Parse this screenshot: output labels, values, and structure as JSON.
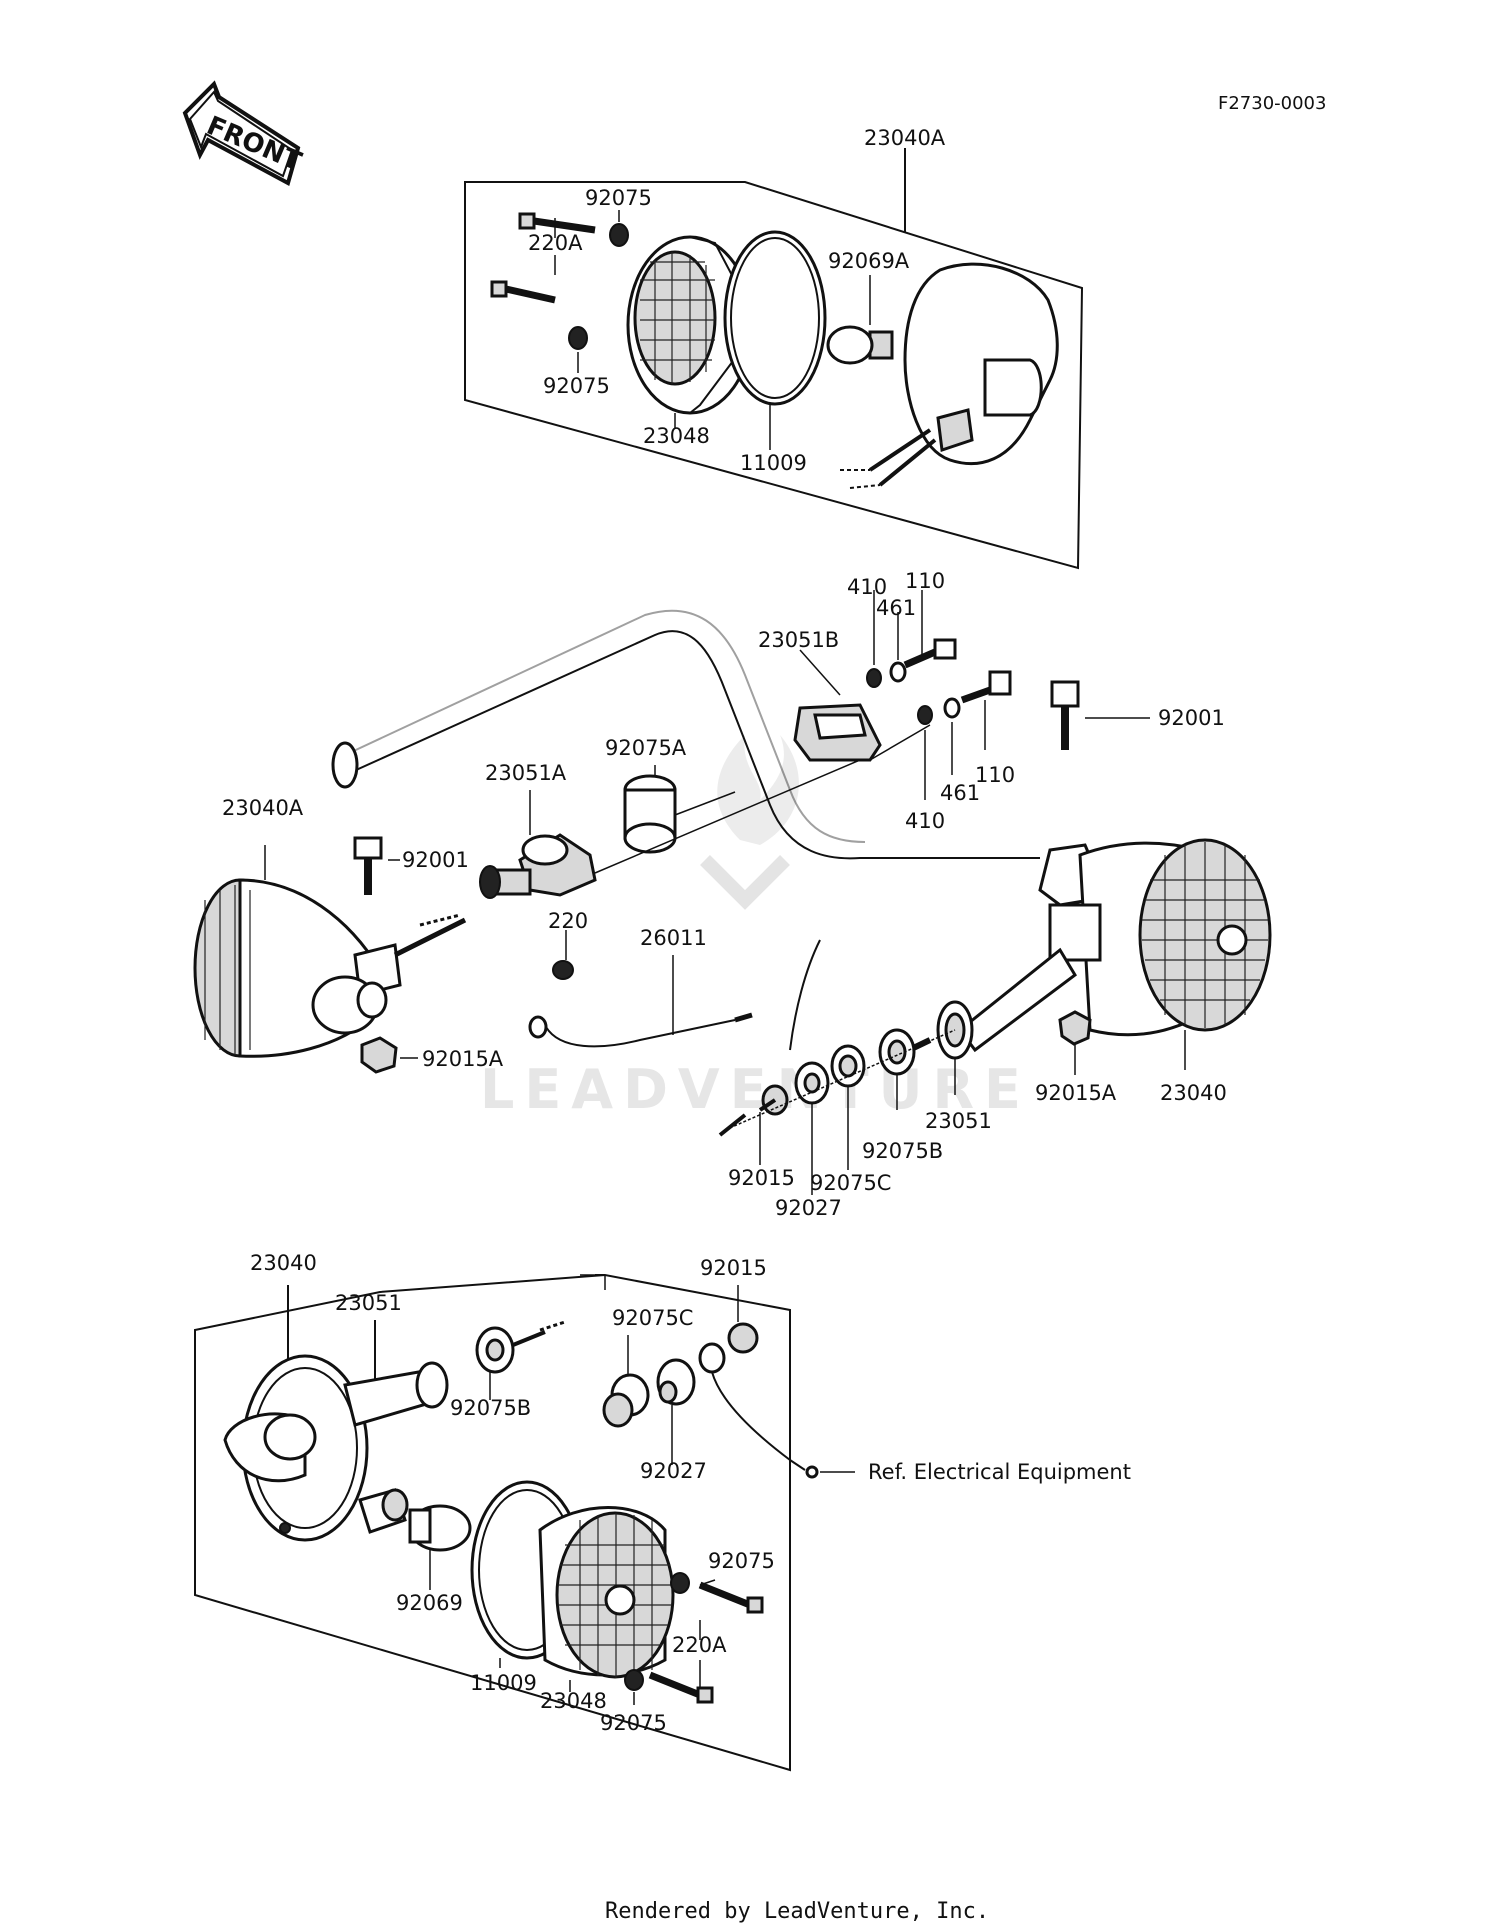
{
  "diagram_code": "F2730-0003",
  "front_arrow_text": "FRONT",
  "watermark": "LEADVENTURE",
  "footer": "Rendered by LeadVenture, Inc.",
  "ref_note": "Ref. Electrical Equipment",
  "parts": {
    "top_23040A": "23040A",
    "top_92075_a": "92075",
    "top_220A": "220A",
    "top_92075_b": "92075",
    "top_92069A": "92069A",
    "top_23048": "23048",
    "top_11009": "11009",
    "mid_410_a": "410",
    "mid_461_a": "461",
    "mid_110_a": "110",
    "mid_23051B": "23051B",
    "mid_92001_r": "92001",
    "mid_92075A": "92075A",
    "mid_461_b": "461",
    "mid_110_b": "110",
    "mid_410_b": "410",
    "mid_23040A": "23040A",
    "mid_23051A": "23051A",
    "mid_92001_l": "92001",
    "mid_220": "220",
    "mid_26011": "26011",
    "mid_92015A_l": "92015A",
    "mid_92015A_r": "92015A",
    "mid_23040": "23040",
    "mid_23051": "23051",
    "mid_92075B": "92075B",
    "mid_92075C": "92075C",
    "mid_92015": "92015",
    "mid_92027": "92027",
    "bot_23040": "23040",
    "bot_23051": "23051",
    "bot_92075C": "92075C",
    "bot_92015": "92015",
    "bot_92075B": "92075B",
    "bot_92027": "92027",
    "bot_92075_a": "92075",
    "bot_220A": "220A",
    "bot_92069": "92069",
    "bot_11009": "11009",
    "bot_23048": "23048",
    "bot_92075_b": "92075"
  }
}
